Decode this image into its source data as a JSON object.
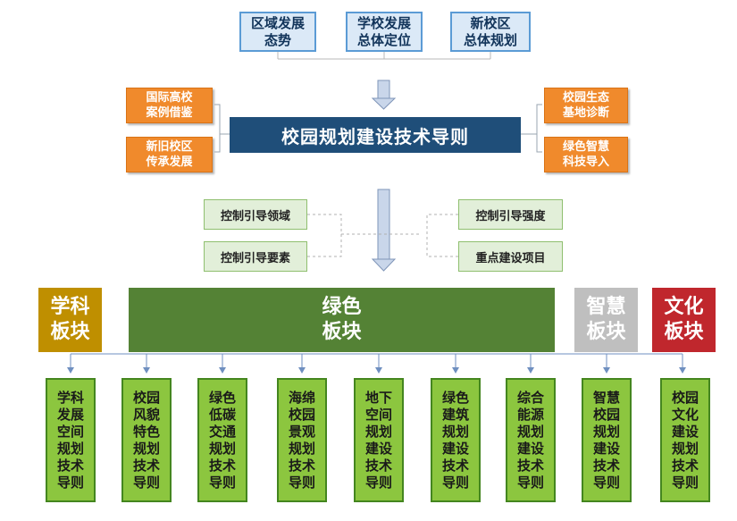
{
  "top_boxes": [
    "区域发展\n态势",
    "学校发展\n总体定位",
    "新校区\n总体规划"
  ],
  "left_inputs": [
    "国际高校\n案例借鉴",
    "新旧校区\n传承发展"
  ],
  "right_inputs": [
    "校园生态\n基地诊断",
    "绿色智慧\n科技导入"
  ],
  "center_title": "校园规划建设技术导则",
  "control_left": [
    "控制引导领域",
    "控制引导要素"
  ],
  "control_right": [
    "控制引导强度",
    "重点建设项目"
  ],
  "blocks": {
    "discipline": "学科\n板块",
    "green": "绿色\n板块",
    "smart": "智慧\n板块",
    "culture": "文化\n板块"
  },
  "guidelines": [
    "学科\n发展\n空间\n规划\n技术\n导则",
    "校园\n风貌\n特色\n规划\n技术\n导则",
    "绿色\n低碳\n交通\n规划\n技术\n导则",
    "海绵\n校园\n景观\n规划\n技术\n导则",
    "地下\n空间\n规划\n建设\n技术\n导则",
    "绿色\n建筑\n规划\n建设\n技术\n导则",
    "综合\n能源\n规划\n建设\n技术\n导则",
    "智慧\n校园\n规划\n建设\n技术\n导则",
    "校园\n文化\n建设\n规划\n技术\n导则"
  ],
  "colors": {
    "top_fill": "#dbe9f7",
    "top_border": "#5b9bd5",
    "orange": "#f08a2c",
    "title_fill": "#1f4e79",
    "control_fill": "#e2efd9",
    "green_block": "#548235",
    "discipline_block": "#bf8f00",
    "smart_block": "#bfbfbf",
    "culture_block": "#c0272d",
    "column_fill": "#8cc63f"
  }
}
